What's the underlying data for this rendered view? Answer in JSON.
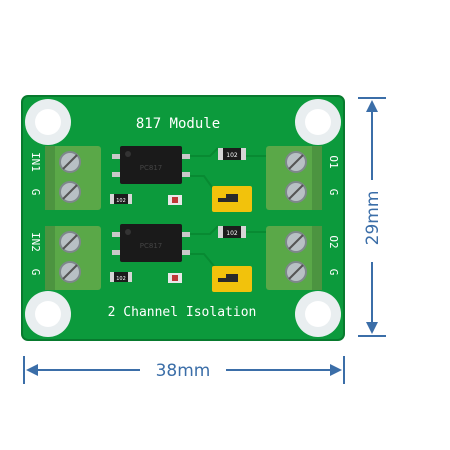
{
  "board": {
    "title": "817 Module",
    "subtitle": "2 Channel Isolation",
    "left_labels": [
      "IN1",
      "G",
      "IN2",
      "G"
    ],
    "right_labels": [
      "O1",
      "G",
      "O2",
      "G"
    ],
    "chip_label_1": "PC817",
    "chip_label_2": "PC817",
    "resistor_top_1": "102",
    "resistor_top_2": "102",
    "resistor_bottom_1": "102",
    "resistor_bottom_2": "102"
  },
  "dimensions": {
    "width_label": "38mm",
    "height_label": "29mm"
  },
  "colors": {
    "pcb": "#0c9a3c",
    "terminal": "#5aa848",
    "jumper": "#f2c20c",
    "dimension": "#3b6ea8"
  }
}
